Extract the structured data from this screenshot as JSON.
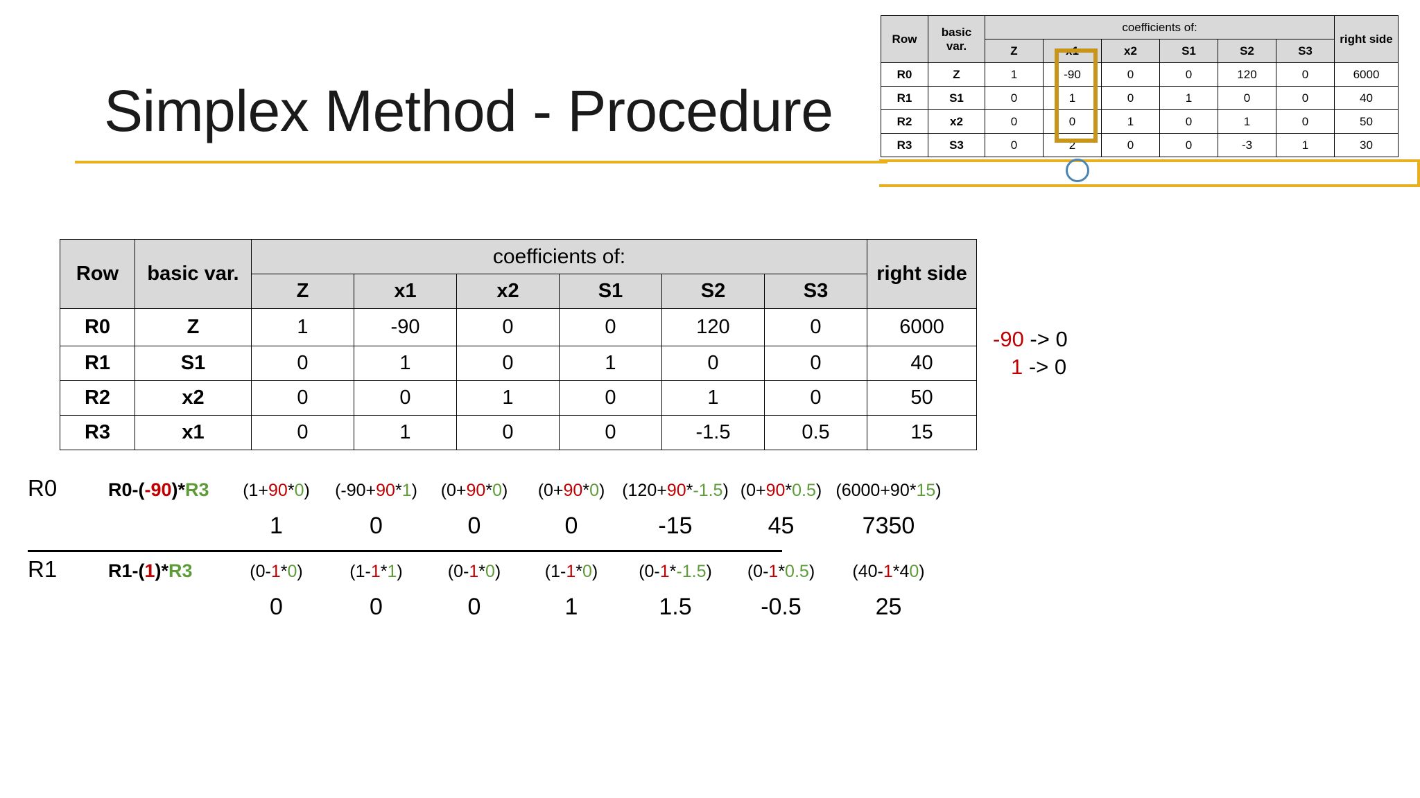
{
  "slide": {
    "title": "Simplex Method - Procedure",
    "accent_color": "#e8b01e",
    "highlight_color": "#c8951c",
    "pivot_circle_color": "#4a84b5",
    "red": "#c00000",
    "green": "#5e9c3a"
  },
  "mini_table": {
    "headers": {
      "row": "Row",
      "basic_var": "basic var.",
      "coefficients_of": "coefficients of:",
      "right_side": "right side",
      "cols": [
        "Z",
        "x1",
        "x2",
        "S1",
        "S2",
        "S3"
      ]
    },
    "rows": [
      {
        "row": "R0",
        "basic": "Z",
        "Z": "1",
        "x1": "-90",
        "x2": "0",
        "S1": "0",
        "S2": "120",
        "S3": "0",
        "rhs": "6000"
      },
      {
        "row": "R1",
        "basic": "S1",
        "Z": "0",
        "x1": "1",
        "x2": "0",
        "S1": "1",
        "S2": "0",
        "S3": "0",
        "rhs": "40"
      },
      {
        "row": "R2",
        "basic": "x2",
        "Z": "0",
        "x1": "0",
        "x2": "1",
        "S1": "0",
        "S2": "1",
        "S3": "0",
        "rhs": "50"
      },
      {
        "row": "R3",
        "basic": "S3",
        "Z": "0",
        "x1": "2",
        "x2": "0",
        "S1": "0",
        "S2": "-3",
        "S3": "1",
        "rhs": "30"
      }
    ],
    "annotations": {
      "pivot_column": "x1",
      "pivot_row": "R3",
      "pivot_value": "2"
    }
  },
  "main_table": {
    "headers": {
      "row": "Row",
      "basic_var": "basic var.",
      "coefficients_of": "coefficients of:",
      "right_side": "right side",
      "cols": [
        "Z",
        "x1",
        "x2",
        "S1",
        "S2",
        "S3"
      ]
    },
    "rows": [
      {
        "row": "R0",
        "basic": "Z",
        "Z": "1",
        "x1": "-90",
        "x2": "0",
        "S1": "0",
        "S2": "120",
        "S3": "0",
        "rhs": "6000"
      },
      {
        "row": "R1",
        "basic": "S1",
        "Z": "0",
        "x1": "1",
        "x2": "0",
        "S1": "1",
        "S2": "0",
        "S3": "0",
        "rhs": "40"
      },
      {
        "row": "R2",
        "basic": "x2",
        "Z": "0",
        "x1": "0",
        "x2": "1",
        "S1": "0",
        "S2": "1",
        "S3": "0",
        "rhs": "50"
      },
      {
        "row": "R3",
        "basic": "x1",
        "Z": "0",
        "x1": "1",
        "x2": "0",
        "S1": "0",
        "S2": "-1.5",
        "S3": "0.5",
        "rhs": "15"
      }
    ]
  },
  "side_notes": [
    {
      "value": "-90",
      "arrow": " -> ",
      "target": "0"
    },
    {
      "value": "1",
      "arrow": " -> ",
      "target": "0"
    }
  ],
  "work": {
    "r0": {
      "label": "R0",
      "operation": {
        "prefix": "R0-(",
        "factor": "-90",
        "mid": ")*",
        "row": "R3"
      },
      "expressions": [
        {
          "parts": [
            {
              "t": "(1+",
              "c": "blk"
            },
            {
              "t": "90",
              "c": "red"
            },
            {
              "t": "*",
              "c": "blk"
            },
            {
              "t": "0",
              "c": "green"
            },
            {
              "t": ")",
              "c": "blk"
            }
          ]
        },
        {
          "parts": [
            {
              "t": "(-90+",
              "c": "blk"
            },
            {
              "t": "90",
              "c": "red"
            },
            {
              "t": "*",
              "c": "blk"
            },
            {
              "t": "1",
              "c": "green"
            },
            {
              "t": ")",
              "c": "blk"
            }
          ]
        },
        {
          "parts": [
            {
              "t": "(0+",
              "c": "blk"
            },
            {
              "t": "90",
              "c": "red"
            },
            {
              "t": "*",
              "c": "blk"
            },
            {
              "t": "0",
              "c": "green"
            },
            {
              "t": ")",
              "c": "blk"
            }
          ]
        },
        {
          "parts": [
            {
              "t": "(0+",
              "c": "blk"
            },
            {
              "t": "90",
              "c": "red"
            },
            {
              "t": "*",
              "c": "blk"
            },
            {
              "t": "0",
              "c": "green"
            },
            {
              "t": ")",
              "c": "blk"
            }
          ]
        },
        {
          "parts": [
            {
              "t": "(120+",
              "c": "blk"
            },
            {
              "t": "90",
              "c": "red"
            },
            {
              "t": "*",
              "c": "blk"
            },
            {
              "t": "-1.5",
              "c": "green"
            },
            {
              "t": ")",
              "c": "blk"
            }
          ]
        },
        {
          "parts": [
            {
              "t": "(0+",
              "c": "blk"
            },
            {
              "t": "90",
              "c": "red"
            },
            {
              "t": "*",
              "c": "blk"
            },
            {
              "t": "0.5",
              "c": "green"
            },
            {
              "t": ")",
              "c": "blk"
            }
          ]
        },
        {
          "parts": [
            {
              "t": "(6000+90*",
              "c": "blk"
            },
            {
              "t": "15",
              "c": "green"
            },
            {
              "t": ")",
              "c": "blk"
            }
          ]
        }
      ],
      "results": [
        {
          "v": "1",
          "c": "blk"
        },
        {
          "v": "0",
          "c": "red"
        },
        {
          "v": "0",
          "c": "blk"
        },
        {
          "v": "0",
          "c": "blk"
        },
        {
          "v": "-15",
          "c": "blk"
        },
        {
          "v": "45",
          "c": "blk"
        },
        {
          "v": "7350",
          "c": "blk"
        }
      ]
    },
    "r1": {
      "label": "R1",
      "operation": {
        "prefix": "R1-(",
        "factor": "1",
        "mid": ")*",
        "row": "R3"
      },
      "expressions": [
        {
          "parts": [
            {
              "t": "(0-",
              "c": "blk"
            },
            {
              "t": "1",
              "c": "red"
            },
            {
              "t": "*",
              "c": "blk"
            },
            {
              "t": "0",
              "c": "green"
            },
            {
              "t": ")",
              "c": "blk"
            }
          ]
        },
        {
          "parts": [
            {
              "t": "(1-",
              "c": "blk"
            },
            {
              "t": "1",
              "c": "red"
            },
            {
              "t": "*",
              "c": "blk"
            },
            {
              "t": "1",
              "c": "green"
            },
            {
              "t": ")",
              "c": "blk"
            }
          ]
        },
        {
          "parts": [
            {
              "t": "(0-",
              "c": "blk"
            },
            {
              "t": "1",
              "c": "red"
            },
            {
              "t": "*",
              "c": "blk"
            },
            {
              "t": "0",
              "c": "green"
            },
            {
              "t": ")",
              "c": "blk"
            }
          ]
        },
        {
          "parts": [
            {
              "t": "(1-",
              "c": "blk"
            },
            {
              "t": "1",
              "c": "red"
            },
            {
              "t": "*",
              "c": "blk"
            },
            {
              "t": "0",
              "c": "green"
            },
            {
              "t": ")",
              "c": "blk"
            }
          ]
        },
        {
          "parts": [
            {
              "t": "(0-",
              "c": "blk"
            },
            {
              "t": "1",
              "c": "red"
            },
            {
              "t": "*",
              "c": "blk"
            },
            {
              "t": "-1.5",
              "c": "green"
            },
            {
              "t": ")",
              "c": "blk"
            }
          ]
        },
        {
          "parts": [
            {
              "t": "(0-",
              "c": "blk"
            },
            {
              "t": "1",
              "c": "red"
            },
            {
              "t": "*",
              "c": "blk"
            },
            {
              "t": "0.5",
              "c": "green"
            },
            {
              "t": ")",
              "c": "blk"
            }
          ]
        },
        {
          "parts": [
            {
              "t": "(40-",
              "c": "blk"
            },
            {
              "t": "1",
              "c": "red"
            },
            {
              "t": "*4",
              "c": "blk"
            },
            {
              "t": "0",
              "c": "green"
            },
            {
              "t": ")",
              "c": "blk"
            }
          ]
        }
      ],
      "results": [
        {
          "v": "0",
          "c": "blk"
        },
        {
          "v": "0",
          "c": "red"
        },
        {
          "v": "0",
          "c": "blk"
        },
        {
          "v": "1",
          "c": "blk"
        },
        {
          "v": "1.5",
          "c": "blk"
        },
        {
          "v": "-0.5",
          "c": "blk"
        },
        {
          "v": "25",
          "c": "blk"
        }
      ]
    }
  }
}
